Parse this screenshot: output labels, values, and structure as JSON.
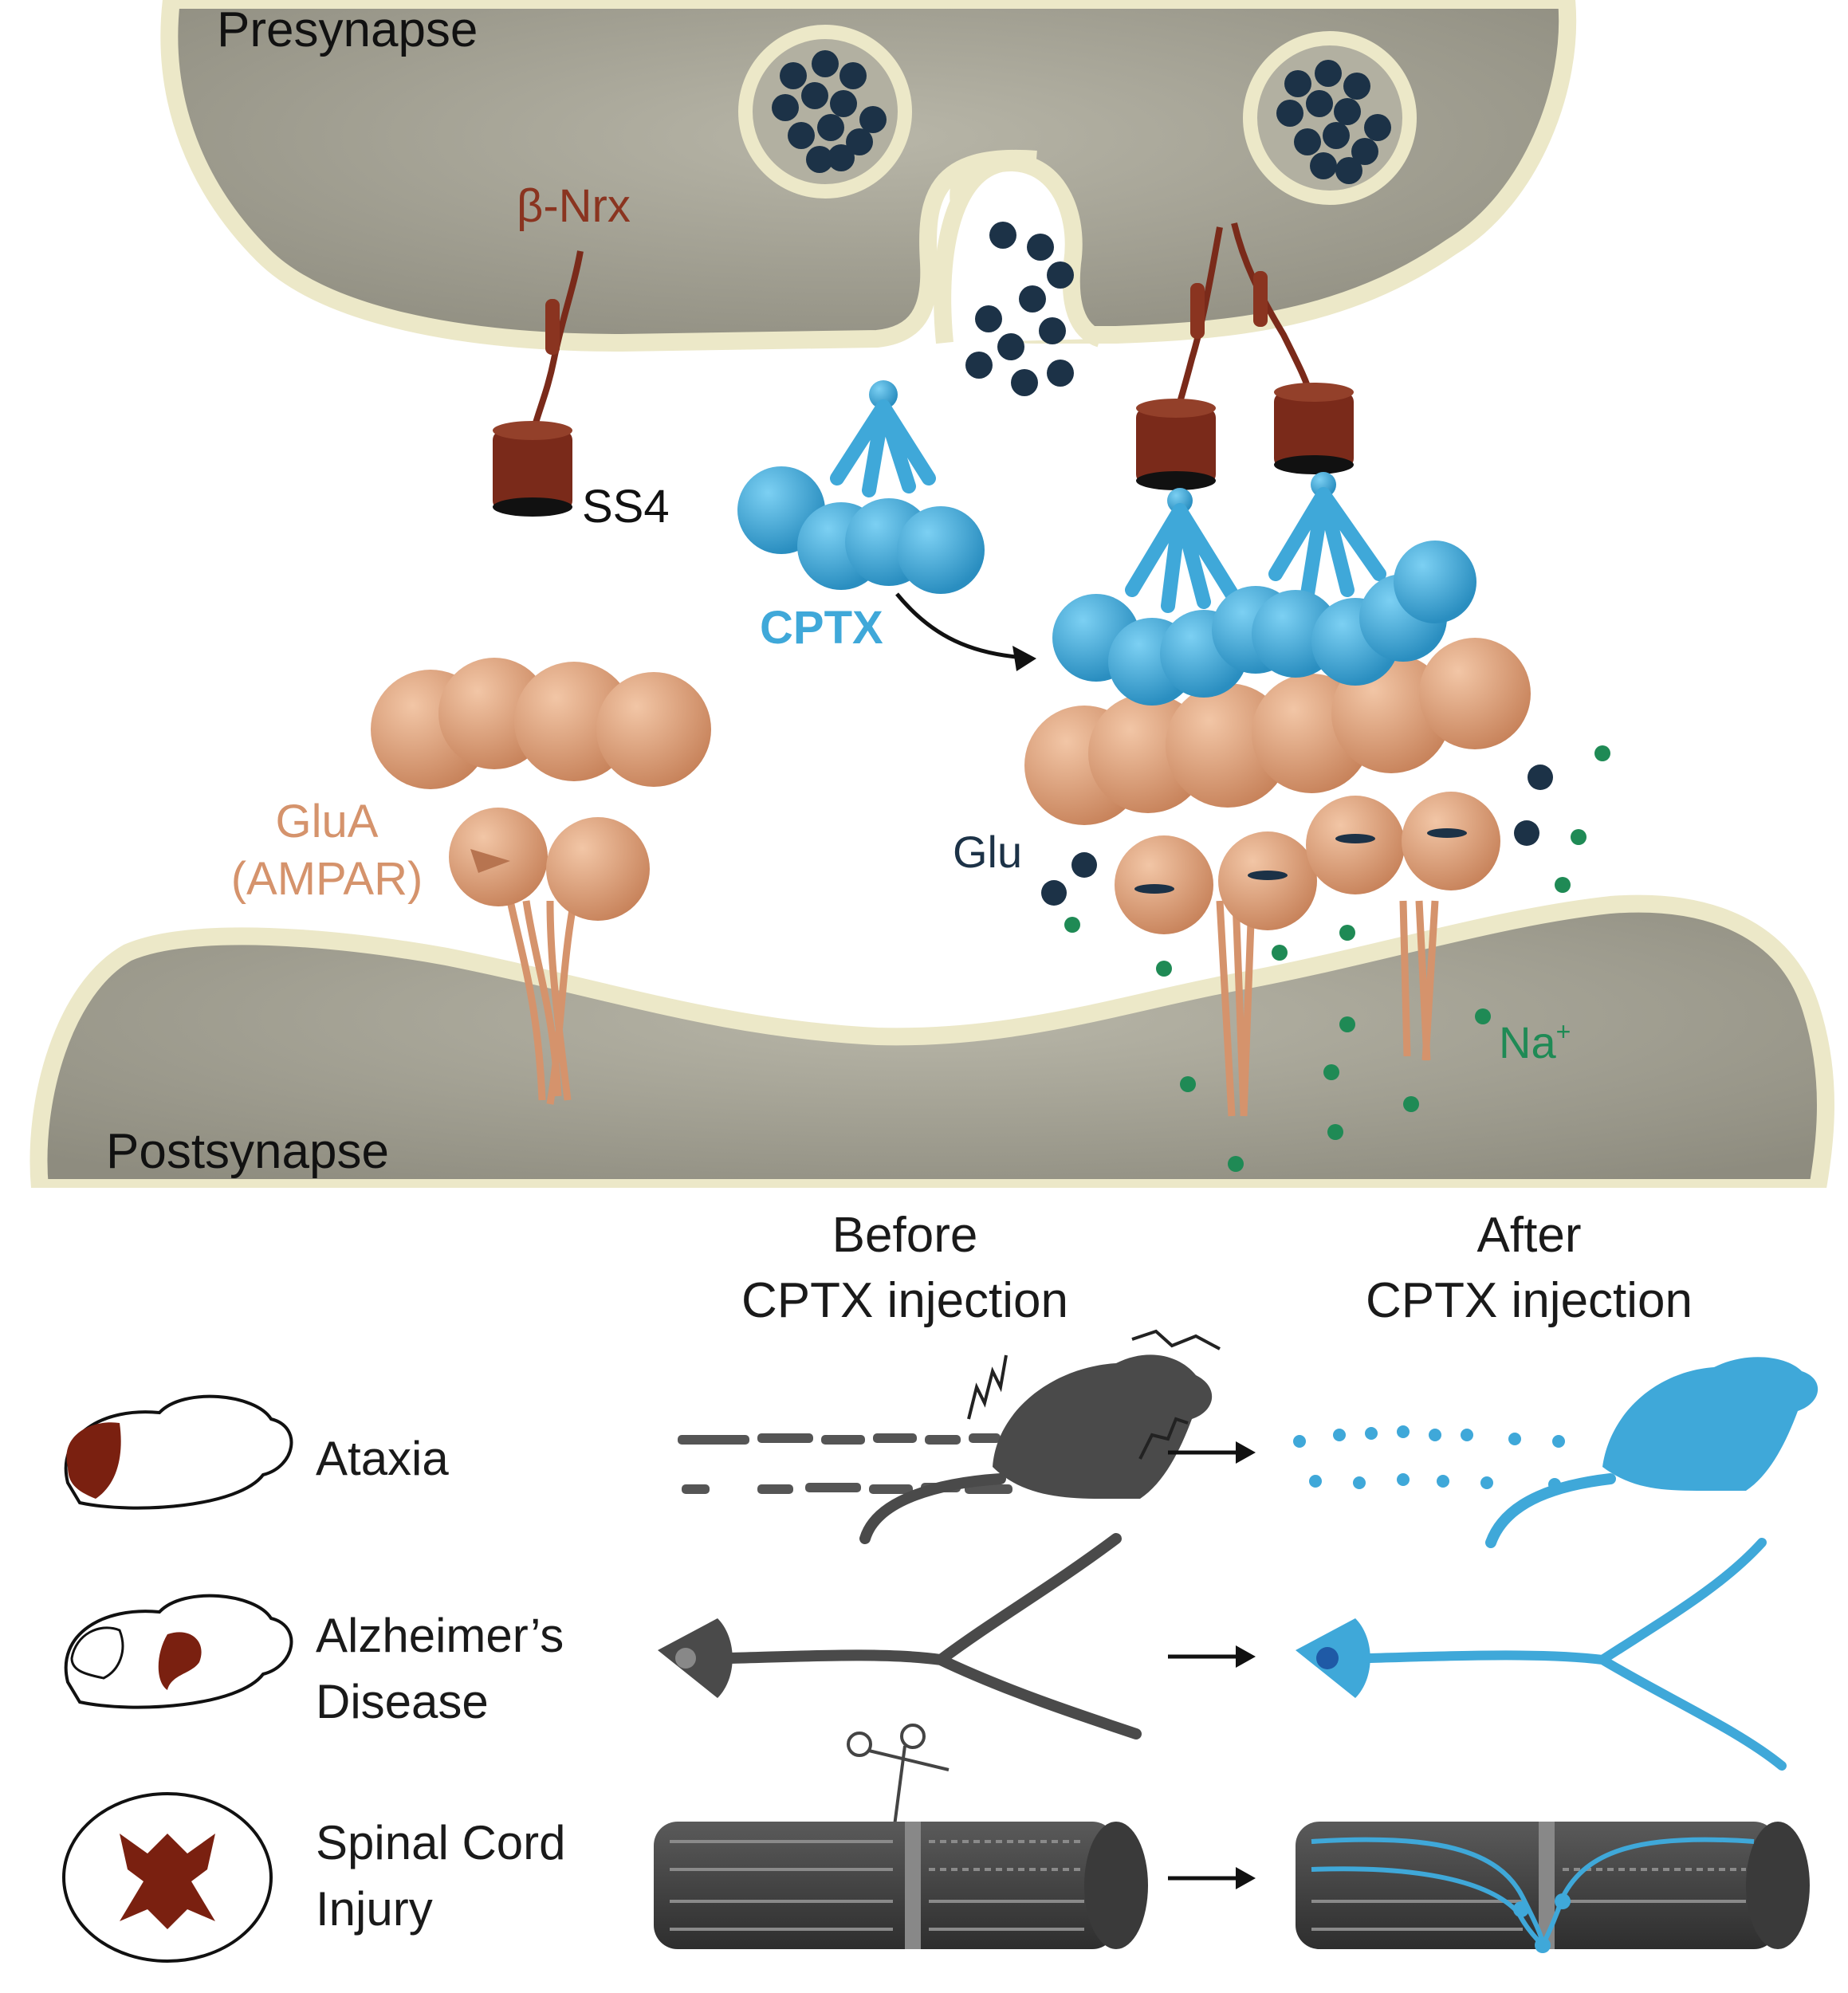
{
  "labels": {
    "presynapse": "Presynapse",
    "postsynapse": "Postsynapse",
    "beta_nrx": "β-Nrx",
    "ss4": "SS4",
    "cptx": "CPTX",
    "glu": "Glu",
    "na_base": "Na",
    "na_sup": "+",
    "glua_line1": "GluA",
    "glua_line2": "(AMPAR)"
  },
  "columns": {
    "before_line1": "Before",
    "before_line2": "CPTX injection",
    "after_line1": "After",
    "after_line2": "CPTX injection"
  },
  "conditions": [
    {
      "line1": "Ataxia",
      "line2": ""
    },
    {
      "line1": "Alzheimer’s",
      "line2": "Disease"
    },
    {
      "line1": "Spinal Cord",
      "line2": "Injury"
    }
  ],
  "colors": {
    "membrane": "#a6a495",
    "membrane_edge": "#ece8c8",
    "cleft": "#ffffff",
    "vesicle_dot": "#1c3247",
    "nrx": "#7a2a1a",
    "cptx": "#3fa8d9",
    "ampar": "#e0a07a",
    "na": "#1f8a55",
    "lesion": "#7a2010",
    "before_gray": "#4a4a4a",
    "after_blue": "#3fa8d9"
  },
  "icons": [
    "brain-cerebellum-icon",
    "brain-hippocampus-icon",
    "spinal-cord-section-icon",
    "mouse-icon",
    "neuron-icon",
    "scissors-icon",
    "arrow-icon"
  ]
}
